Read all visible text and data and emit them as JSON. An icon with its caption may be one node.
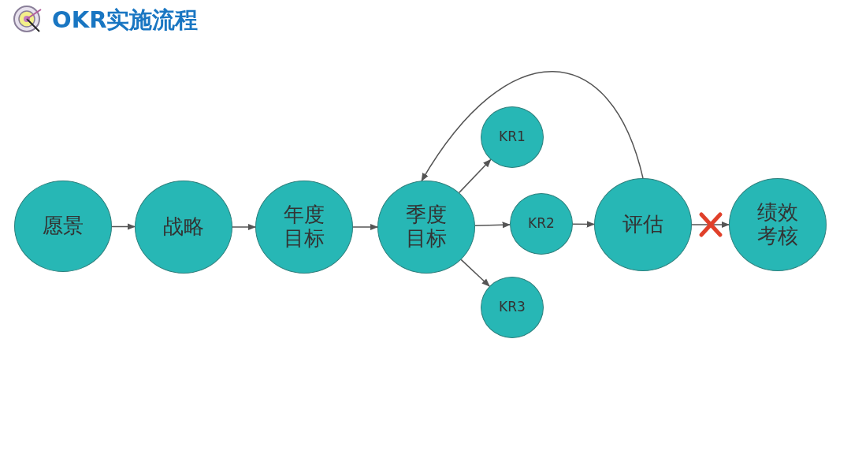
{
  "diagram": {
    "title": "OKR实施流程",
    "nodes": [
      {
        "text": [
          "愿景"
        ]
      },
      {
        "text": [
          "战略"
        ]
      },
      {
        "text": [
          "年度目标"
        ]
      },
      {
        "text": [
          "季度目标"
        ]
      },
      {
        "text": [
          "KR1"
        ]
      },
      {
        "text": [
          "KR2"
        ]
      },
      {
        "text": [
          "KR3"
        ]
      },
      {
        "text": [
          "评估"
        ]
      },
      {
        "text": [
          "绩效考核"
        ]
      }
    ],
    "edges": [
      {
        "from": 0,
        "to": 1,
        "arrow": "to"
      },
      {
        "from": 1,
        "to": 2,
        "arrow": "to"
      },
      {
        "from": 2,
        "to": 3,
        "arrow": "to"
      },
      {
        "from": 3,
        "to": 4,
        "arrow": "to"
      },
      {
        "from": 3,
        "to": 5,
        "arrow": "to"
      },
      {
        "from": 3,
        "to": 6,
        "arrow": "to"
      },
      {
        "from": 5,
        "to": 7,
        "arrow": "to"
      },
      {
        "from": 7,
        "to": 3,
        "arrow": "to"
      },
      {
        "from": 7,
        "to": 8,
        "arrow": "to"
      }
    ]
  }
}
